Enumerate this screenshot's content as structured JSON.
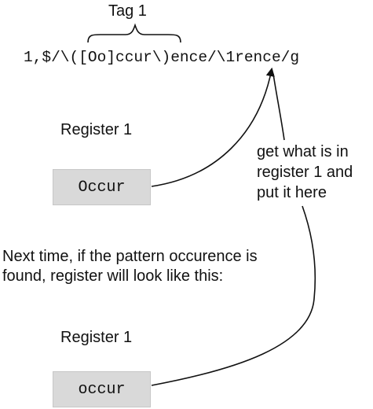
{
  "tag": {
    "label": "Tag 1"
  },
  "command": {
    "text": "1,$/\\([Oo]ccur\\)ence/\\1rence/g"
  },
  "register_top": {
    "label": "Register 1",
    "value": "Occur"
  },
  "annotation": {
    "lines": [
      "get what is in",
      "register 1 and",
      "put it here"
    ]
  },
  "next_time": {
    "lines": [
      "Next time, if the pattern occurence is",
      "found, register will look like this:"
    ]
  },
  "register_bottom": {
    "label": "Register 1",
    "value": "occur"
  }
}
